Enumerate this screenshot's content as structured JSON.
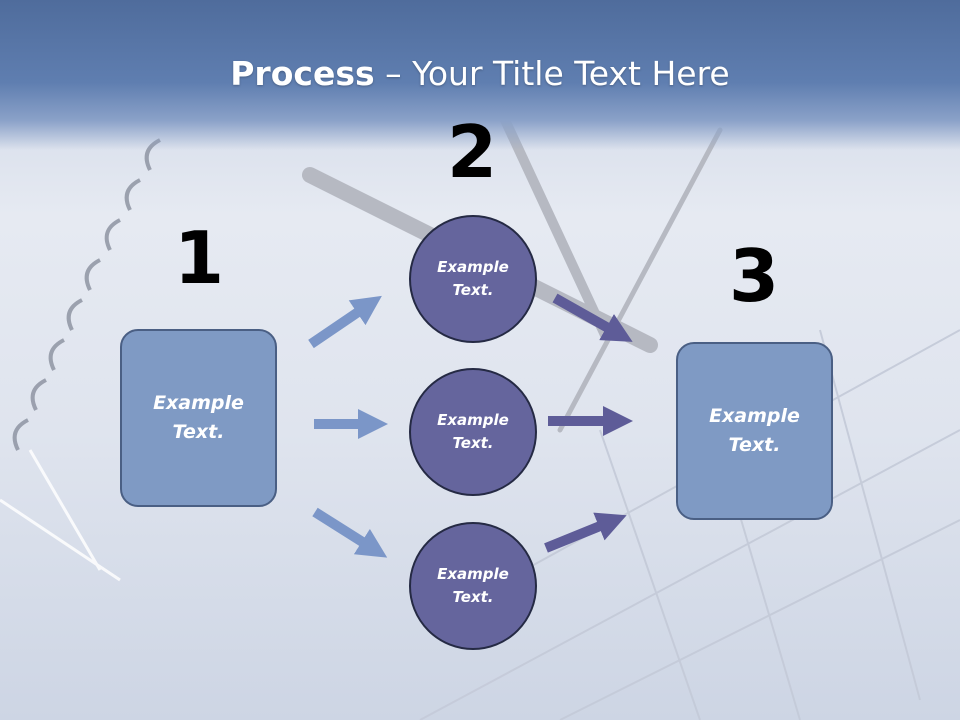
{
  "title": {
    "bold": "Process",
    "rest": " – Your Title Text Here"
  },
  "steps": [
    {
      "number": "1",
      "label": "Example\nText."
    },
    {
      "number": "2",
      "labels": [
        "Example\nText.",
        "Example\nText.",
        "Example\nText."
      ]
    },
    {
      "number": "3",
      "label": "Example\nText."
    }
  ],
  "colors": {
    "box_fill": "#7f9ac4",
    "circle_fill": "#65659d",
    "arrow_light": "#7b96c8",
    "arrow_dark": "#5e5c98",
    "header": "#5f7eb0"
  }
}
